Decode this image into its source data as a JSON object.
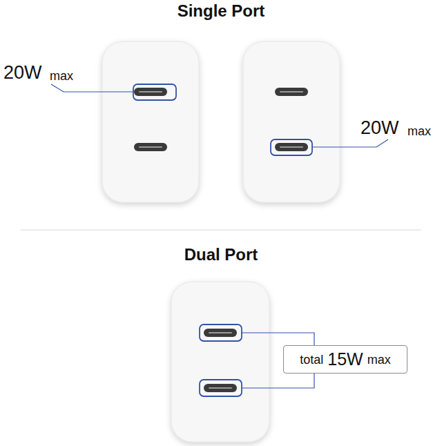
{
  "diagram": {
    "nodes": [
      {
        "text": [
          "total",
          "15W",
          "max"
        ]
      }
    ],
    "labels": [
      "Single Port",
      "20W",
      "max",
      "20W",
      "max",
      "Dual Port"
    ]
  }
}
